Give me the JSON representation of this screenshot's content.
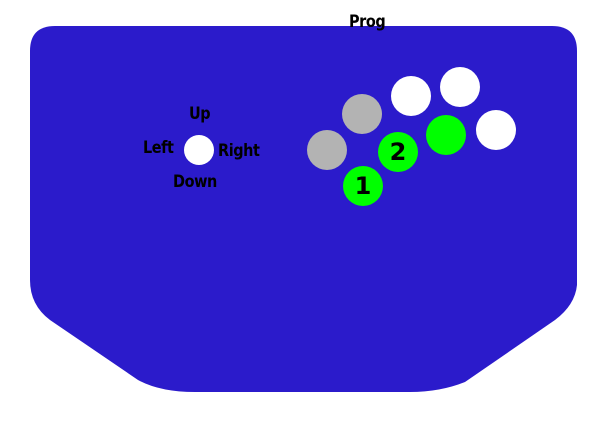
{
  "colors": {
    "body": "#2b1bcb",
    "white": "#ffffff",
    "gray": "#b3b3b3",
    "green": "#00ff00"
  },
  "labels": {
    "prog": "Prog",
    "up": "Up",
    "down": "Down",
    "left": "Left",
    "right": "Right"
  },
  "buttons": [
    {
      "name": "gray-button-1",
      "color": "gray",
      "label": ""
    },
    {
      "name": "gray-button-2",
      "color": "gray",
      "label": ""
    },
    {
      "name": "white-button-1",
      "color": "white",
      "label": ""
    },
    {
      "name": "white-button-2",
      "color": "white",
      "label": ""
    },
    {
      "name": "white-button-3",
      "color": "white",
      "label": ""
    },
    {
      "name": "green-button-3",
      "color": "green",
      "label": ""
    },
    {
      "name": "green-button-2",
      "color": "green",
      "label": "2"
    },
    {
      "name": "green-button-1",
      "color": "green",
      "label": "1"
    }
  ]
}
